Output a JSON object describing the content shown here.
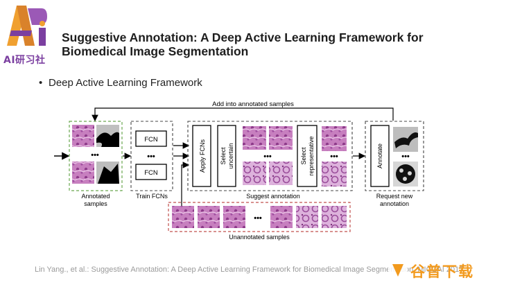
{
  "logo": {
    "brand_text": "AI研习社"
  },
  "slide": {
    "title_line1": "Suggestive Annotation: A Deep Active Learning Framework for",
    "title_line2": "Biomedical Image Segmentation",
    "bullet": "Deep Active Learning Framework"
  },
  "diagram": {
    "feedback_label": "Add into annotated samples",
    "annotated_label_1": "Annotated",
    "annotated_label_2": "samples",
    "fcn_1": "FCN",
    "fcn_2": "FCN",
    "dots": "•••",
    "train_label": "Train FCNs",
    "apply_label": "Apply FCNs",
    "select_uncertain_1": "Select",
    "select_uncertain_2": "uncertain",
    "select_repr_1": "Select",
    "select_repr_2": "representative",
    "suggest_label": "Suggest annotation",
    "annotate_label": "Annotate",
    "request_label_1": "Request new",
    "request_label_2": "annotation",
    "unannotated_label": "Unannotated samples"
  },
  "citation": "Lin Yang., et al.: Suggestive Annotation: A Deep Active Learning Framework for Biomedical Image Segmentation, MICCAI 2017",
  "watermark": {
    "text": "谷普下载"
  },
  "colors": {
    "logo_orange": "#f0a030",
    "logo_purple": "#7b3fa0",
    "annotated_border": "#6aa84f",
    "unannotated_border": "#c0504d",
    "tissue_pink": "#c77fbf",
    "tissue_purple": "#8e3a8a",
    "watermark": "#f29a1e"
  }
}
